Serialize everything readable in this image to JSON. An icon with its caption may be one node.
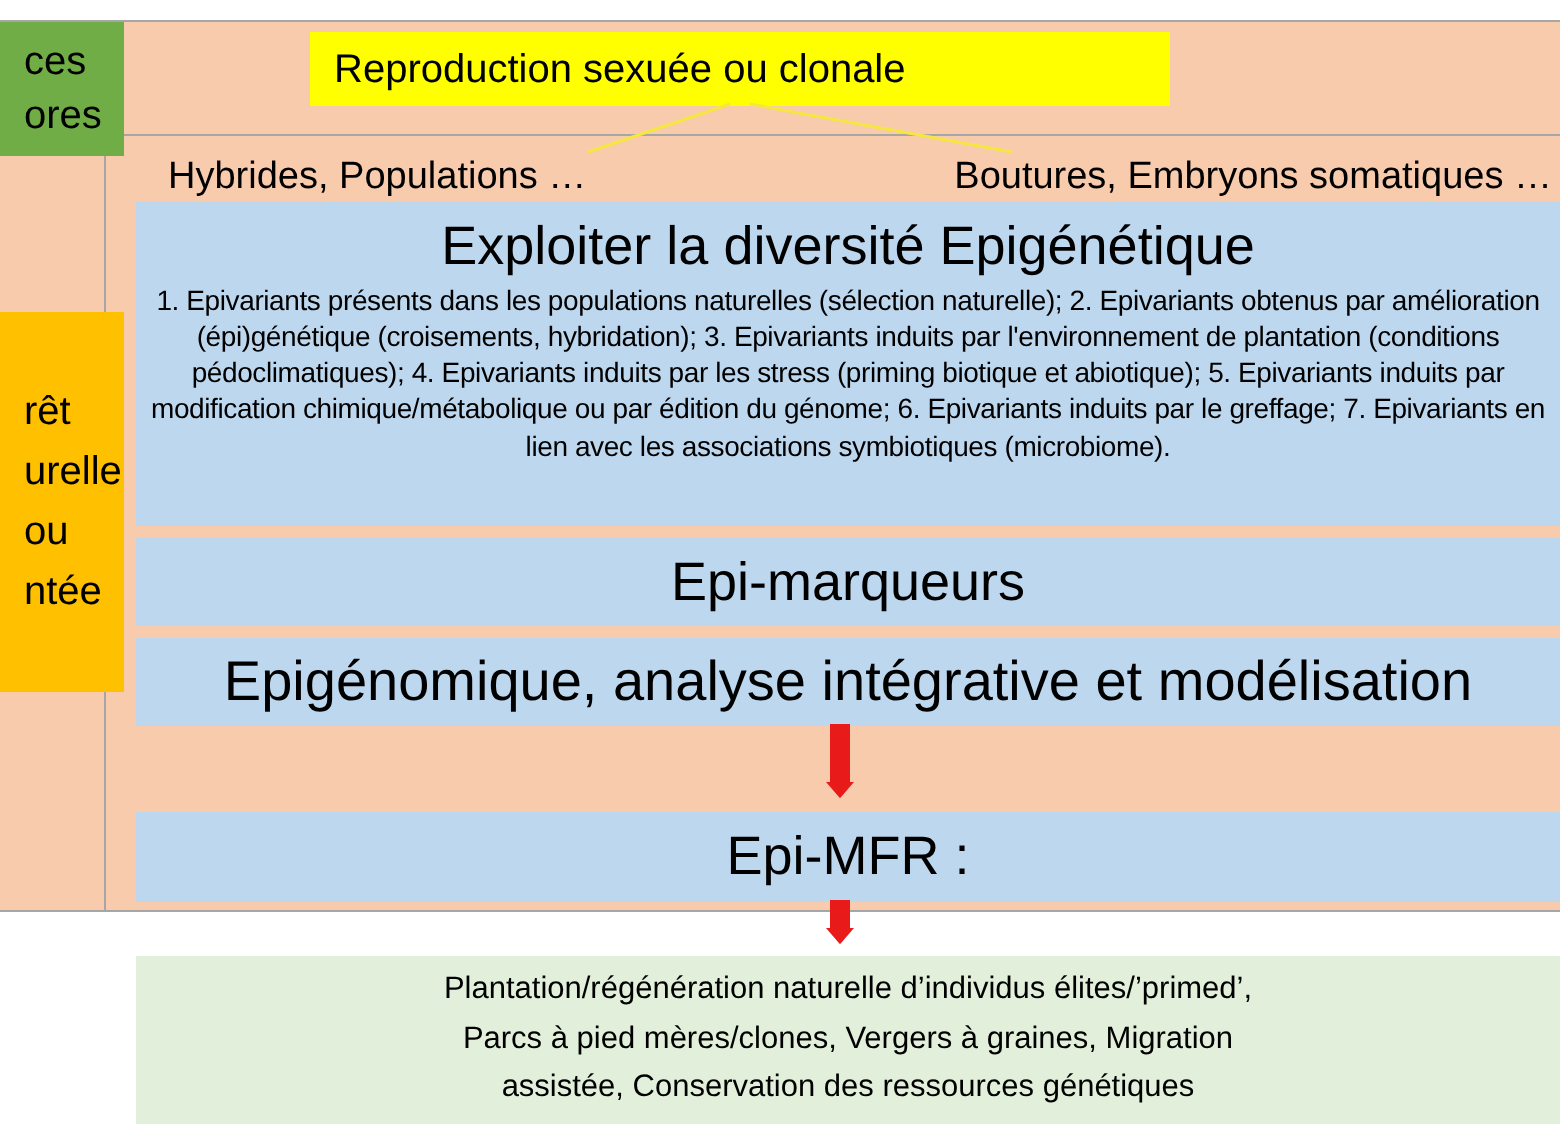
{
  "diagram": {
    "nodes": [
      {
        "text": [],
        "shape": "box"
      },
      {
        "text": [
          "ces ores"
        ],
        "in": 0
      },
      {
        "text": [
          "Reproduction sexuée ou clonale"
        ],
        "in": 0
      },
      {
        "text": [
          "Hybrides, Populations …"
        ],
        "in": 0
      },
      {
        "text": [
          "Boutures, Embryons somatiques …"
        ],
        "in": 0
      },
      {
        "text": [
          "rêt urelle ou ntée"
        ],
        "in": 0
      },
      {
        "text": [
          "Exploiter la diversité Epigénétique",
          "1. Epivariants présents dans les populations naturelles (sélection naturelle); 2. Epivariants obtenus par amélioration (épi)génétique (croisements, hybridation); 3. Epivariants induits par l'environnement de plantation (conditions pédoclimatiques); 4. Epivariants induits par les stress (priming biotique et abiotique); 5. Epivariants induits par modification  chimique/métabolique ou par édition du génome; 6. Epivariants induits par le greffage; 7. Epivariants en lien avec les associations symbiotiques (microbiome)."
        ],
        "in": 0
      },
      {
        "text": [
          "Epi-marqueurs"
        ],
        "in": 0
      },
      {
        "text": [
          "Epigénomique, analyse intégrative et modélisation"
        ],
        "in": 0
      },
      {
        "text": [
          "Epi-MFR :"
        ],
        "in": 0
      },
      {
        "text": [
          "Plantation/régénération naturelle d’individus élites/’primed’, Parcs à pied mères/clones, Vergers à graines, Migration assistée, Conservation des ressources génétiques"
        ]
      }
    ],
    "edges": [
      {
        "from": 2,
        "to": 3,
        "arrow": "none",
        "color": "#f5e642"
      },
      {
        "from": 2,
        "to": 4,
        "arrow": "none",
        "color": "#f5e642"
      },
      {
        "from": 8,
        "to": 9,
        "arrow": "to",
        "style": "thick",
        "color": "#e81a1a"
      },
      {
        "from": 9,
        "to": 10,
        "arrow": "to",
        "style": "thick",
        "color": "#e81a1a"
      }
    ]
  }
}
